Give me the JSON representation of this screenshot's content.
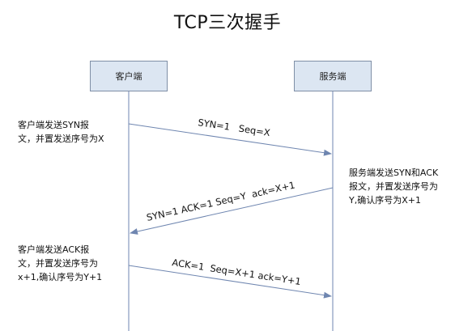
{
  "title": "TCP三次握手",
  "actors": {
    "client": "客户端",
    "server": "服务端"
  },
  "messages": [
    {
      "label": "SYN=1   Seq=X",
      "direction": "client-to-server"
    },
    {
      "label": "SYN=1 ACK=1 Seq=Y  ack=X+1",
      "direction": "server-to-client"
    },
    {
      "label": "ACK=1  Seq=X+1 ack=Y+1",
      "direction": "client-to-server"
    }
  ],
  "notes": {
    "client_syn": [
      "客户端发送SYN报",
      "文，并置发送序号为X"
    ],
    "server_synack": [
      "服务端发送SYN和ACK",
      "报文，并置发送序号为",
      "Y,确认序号为X+1"
    ],
    "client_ack": [
      "客户端发送ACK报",
      "文，并置发送序号为",
      "x+1,确认序号为Y+1"
    ]
  },
  "colors": {
    "lifeline": "#6f86b0",
    "arrow": "#6f86b0",
    "actor_fill": "#dce6f2",
    "actor_border": "#7f8fa6"
  }
}
